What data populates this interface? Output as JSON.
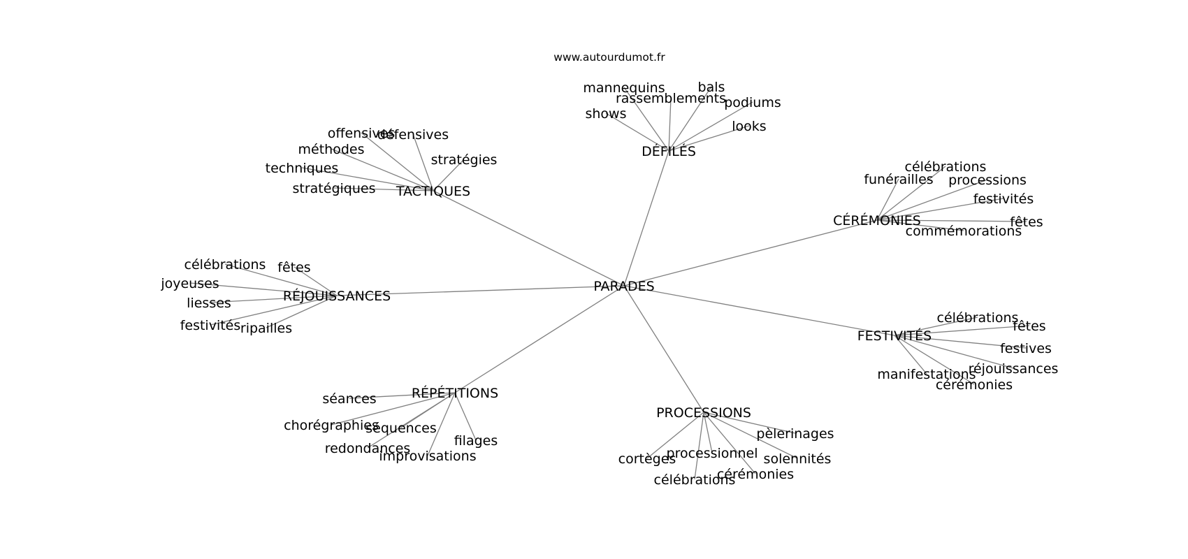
{
  "watermark": "www.autourdumot.fr",
  "root": "PARADES",
  "clusters": [
    {
      "hub": "DÉFILÉS",
      "words": [
        "mannequins",
        "rassemblements",
        "bals",
        "podiums",
        "shows",
        "looks"
      ]
    },
    {
      "hub": "TACTIQUES",
      "words": [
        "offensives",
        "défensives",
        "méthodes",
        "stratégies",
        "techniques",
        "stratégiques"
      ]
    },
    {
      "hub": "CÉRÉMONIES",
      "words": [
        "célébrations",
        "funérailles",
        "processions",
        "festivités",
        "fêtes",
        "commémorations"
      ]
    },
    {
      "hub": "RÉJOUISSANCES",
      "words": [
        "célébrations",
        "fêtes",
        "joyeuses",
        "liesses",
        "festivités",
        "ripailles"
      ]
    },
    {
      "hub": "FESTIVITÉS",
      "words": [
        "célébrations",
        "fêtes",
        "festives",
        "réjouissances",
        "manifestations",
        "cérémonies"
      ]
    },
    {
      "hub": "RÉPÉTITIONS",
      "words": [
        "séances",
        "chorégraphies",
        "séquences",
        "redondances",
        "filages",
        "improvisations"
      ]
    },
    {
      "hub": "PROCESSIONS",
      "words": [
        "pèlerinages",
        "cortèges",
        "processionnel",
        "solennités",
        "célébrations",
        "cérémonies"
      ]
    }
  ]
}
